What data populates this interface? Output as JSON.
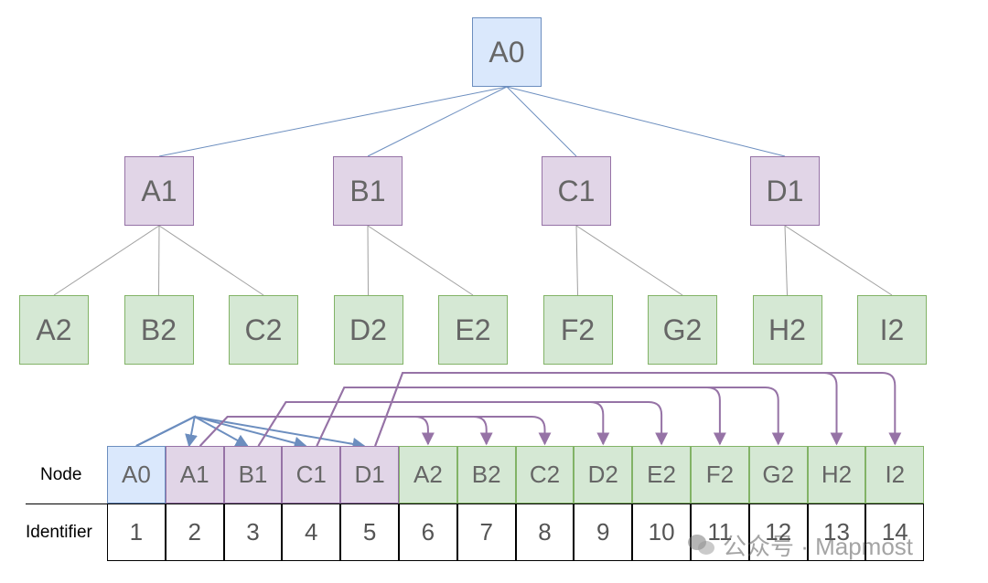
{
  "colors": {
    "level0_fill": "#dae8fc",
    "level0_stroke": "#6c8ebf",
    "level1_fill": "#e1d5e7",
    "level1_stroke": "#9673a6",
    "level2_fill": "#d5e8d4",
    "level2_stroke": "#82b366",
    "edge_gray": "#a0a0a0",
    "edge_blue": "#6c8ebf",
    "arrow_blue": "#6c8ebf",
    "arrow_purple": "#9673a6"
  },
  "tree": {
    "root": "A0",
    "level1": [
      "A1",
      "B1",
      "C1",
      "D1"
    ],
    "level2": [
      "A2",
      "B2",
      "C2",
      "D2",
      "E2",
      "F2",
      "G2",
      "H2",
      "I2"
    ],
    "edges": [
      [
        "A0",
        "A1"
      ],
      [
        "A0",
        "B1"
      ],
      [
        "A0",
        "C1"
      ],
      [
        "A0",
        "D1"
      ],
      [
        "A1",
        "A2"
      ],
      [
        "A1",
        "B2"
      ],
      [
        "A1",
        "C2"
      ],
      [
        "B1",
        "D2"
      ],
      [
        "B1",
        "E2"
      ],
      [
        "C1",
        "F2"
      ],
      [
        "C1",
        "G2"
      ],
      [
        "D1",
        "H2"
      ],
      [
        "D1",
        "I2"
      ]
    ]
  },
  "table": {
    "row_labels": {
      "node": "Node",
      "identifier": "Identifier"
    },
    "nodes": [
      "A0",
      "A1",
      "B1",
      "C1",
      "D1",
      "A2",
      "B2",
      "C2",
      "D2",
      "E2",
      "F2",
      "G2",
      "H2",
      "I2"
    ],
    "identifiers": [
      "1",
      "2",
      "3",
      "4",
      "5",
      "6",
      "7",
      "8",
      "9",
      "10",
      "11",
      "12",
      "13",
      "14"
    ]
  },
  "pointers": [
    {
      "from": "A0",
      "to": "A1",
      "color": "blue"
    },
    {
      "from": "A0",
      "to": "B1",
      "color": "blue"
    },
    {
      "from": "A0",
      "to": "C1",
      "color": "blue"
    },
    {
      "from": "A0",
      "to": "D1",
      "color": "blue"
    },
    {
      "from": "A1",
      "to": "A2",
      "color": "purple"
    },
    {
      "from": "A1",
      "to": "B2",
      "color": "purple"
    },
    {
      "from": "A1",
      "to": "C2",
      "color": "purple"
    },
    {
      "from": "B1",
      "to": "D2",
      "color": "purple"
    },
    {
      "from": "B1",
      "to": "E2",
      "color": "purple"
    },
    {
      "from": "C1",
      "to": "F2",
      "color": "purple"
    },
    {
      "from": "C1",
      "to": "G2",
      "color": "purple"
    },
    {
      "from": "D1",
      "to": "H2",
      "color": "purple"
    },
    {
      "from": "D1",
      "to": "I2",
      "color": "purple"
    }
  ],
  "watermark": {
    "text": "公众号 · Mapmost",
    "icon": "wechat-icon"
  }
}
